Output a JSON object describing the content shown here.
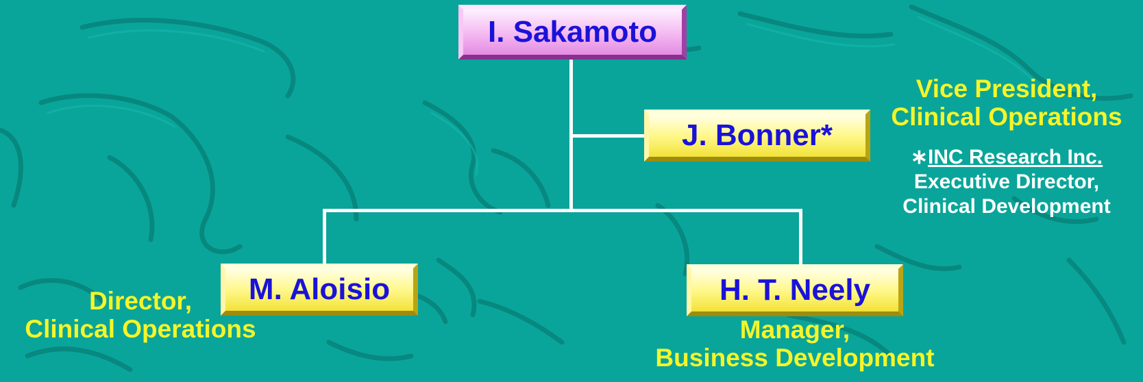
{
  "colors": {
    "background": "#0aa59a",
    "name_text": "#1a12d8",
    "title_text": "#f4f52a",
    "note_text": "#ffffff"
  },
  "top": {
    "name": "I. Sakamoto"
  },
  "bonner": {
    "name": "J. Bonner*",
    "title_line1": "Vice President,",
    "title_line2": "Clinical Operations",
    "note_mark": "∗",
    "note_org": "INC Research Inc.",
    "note_line2": "Executive Director,",
    "note_line3": "Clinical Development"
  },
  "aloisio": {
    "name": "M. Aloisio",
    "title_line1": "Director,",
    "title_line2": "Clinical Operations"
  },
  "neely": {
    "name": "H. T. Neely",
    "title_line1": "Manager,",
    "title_line2": "Business Development"
  }
}
